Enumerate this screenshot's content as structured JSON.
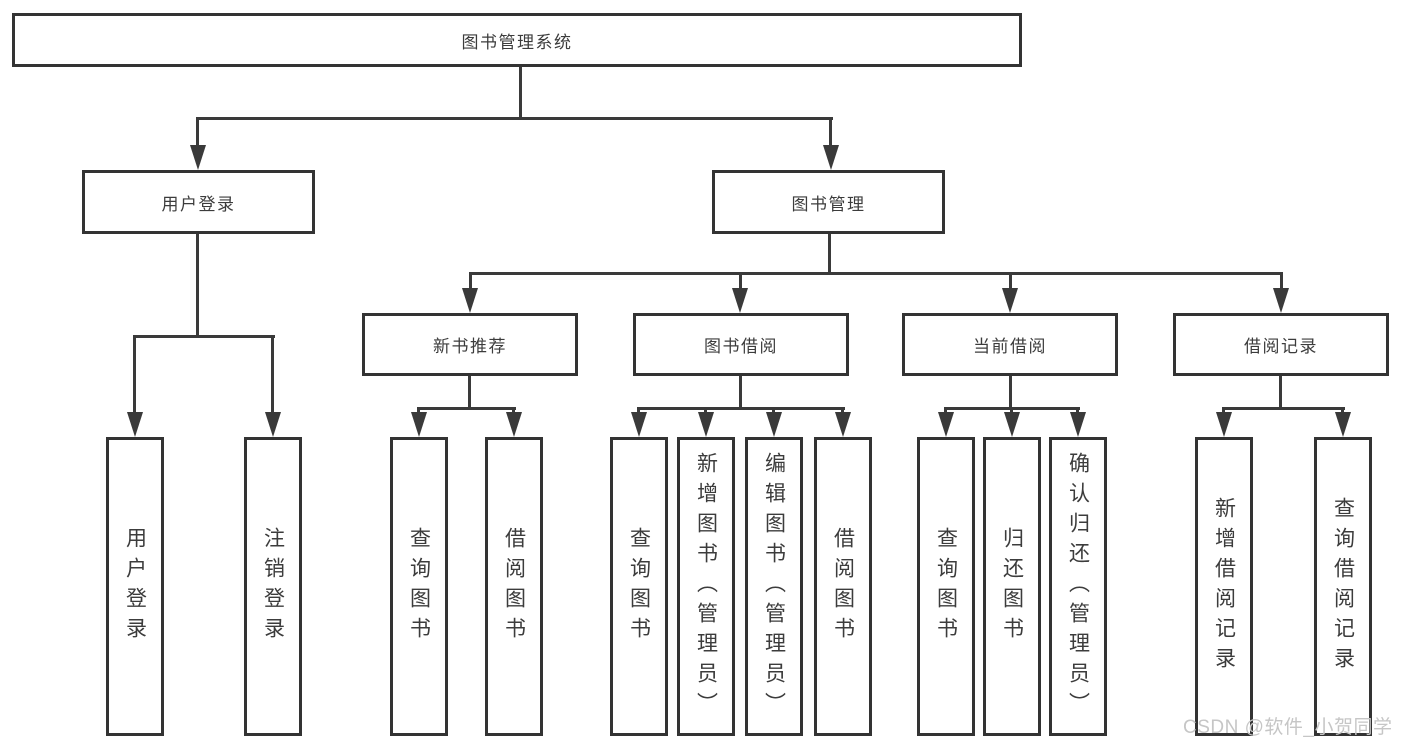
{
  "colors": {
    "line": "#3a3a3a",
    "box_border": "#333333",
    "box_fill": "#ffffff",
    "text": "#3c3c3c",
    "watermark": "#c6c6c6"
  },
  "nodes": {
    "root": "图书管理系统",
    "user_login": "用户登录",
    "book_mgmt": "图书管理",
    "new_book_rec": "新书推荐",
    "book_borrow": "图书借阅",
    "current_borrow": "当前借阅",
    "borrow_records": "借阅记录"
  },
  "leaves": {
    "login_user": "用户登录",
    "login_logout": "注销登录",
    "rec_query": "查询图书",
    "rec_borrow": "借阅图书",
    "borrow_query": "查询图书",
    "borrow_add": "新增图书（管理员）",
    "borrow_edit": "编辑图书（管理员）",
    "borrow_lend": "借阅图书",
    "current_query": "查询图书",
    "current_return": "归还图书",
    "current_confirm": "确认归还（管理员）",
    "records_add": "新增借阅记录",
    "records_query": "查询借阅记录"
  },
  "watermark": "CSDN @软件_小贺同学"
}
